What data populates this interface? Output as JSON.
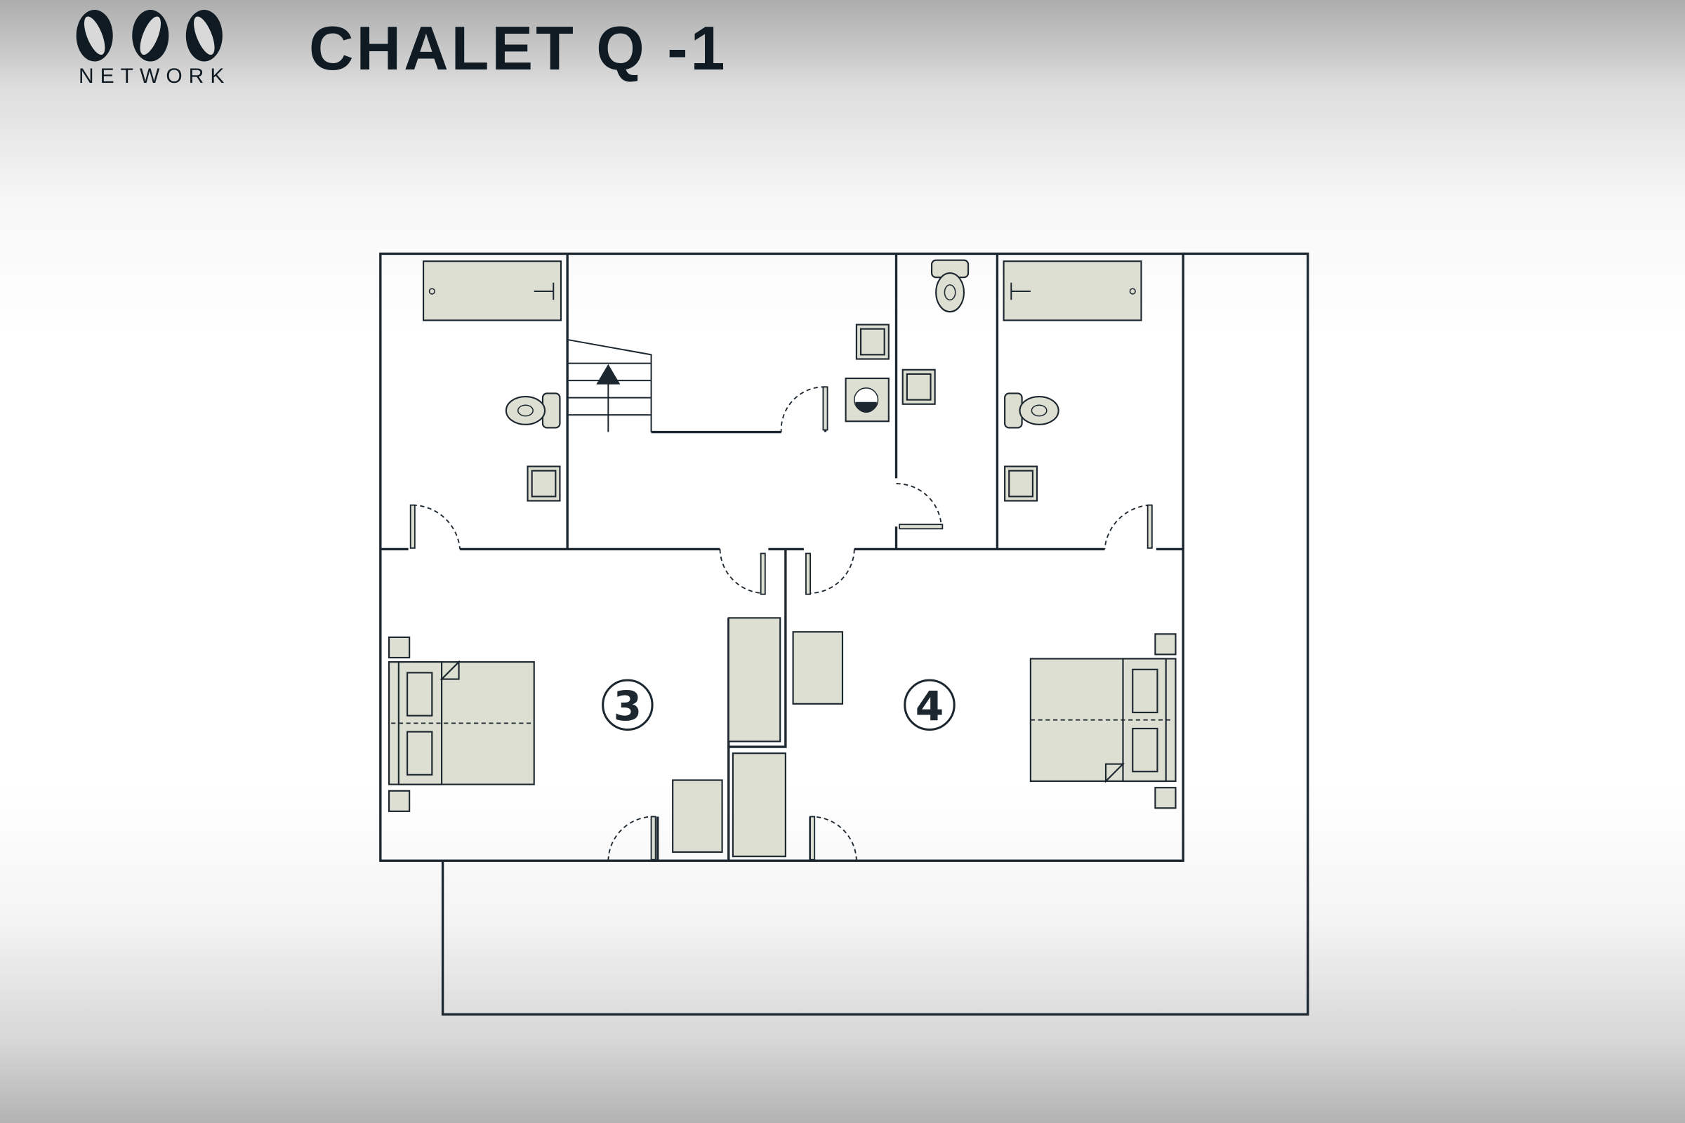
{
  "logo": {
    "text": "NETWORK"
  },
  "header": {
    "title": "CHALET Q -1"
  },
  "rooms": [
    {
      "number": "3"
    },
    {
      "number": "4"
    }
  ],
  "colors": {
    "wall": "#1d2730",
    "furniture": "#dcdfd2"
  }
}
